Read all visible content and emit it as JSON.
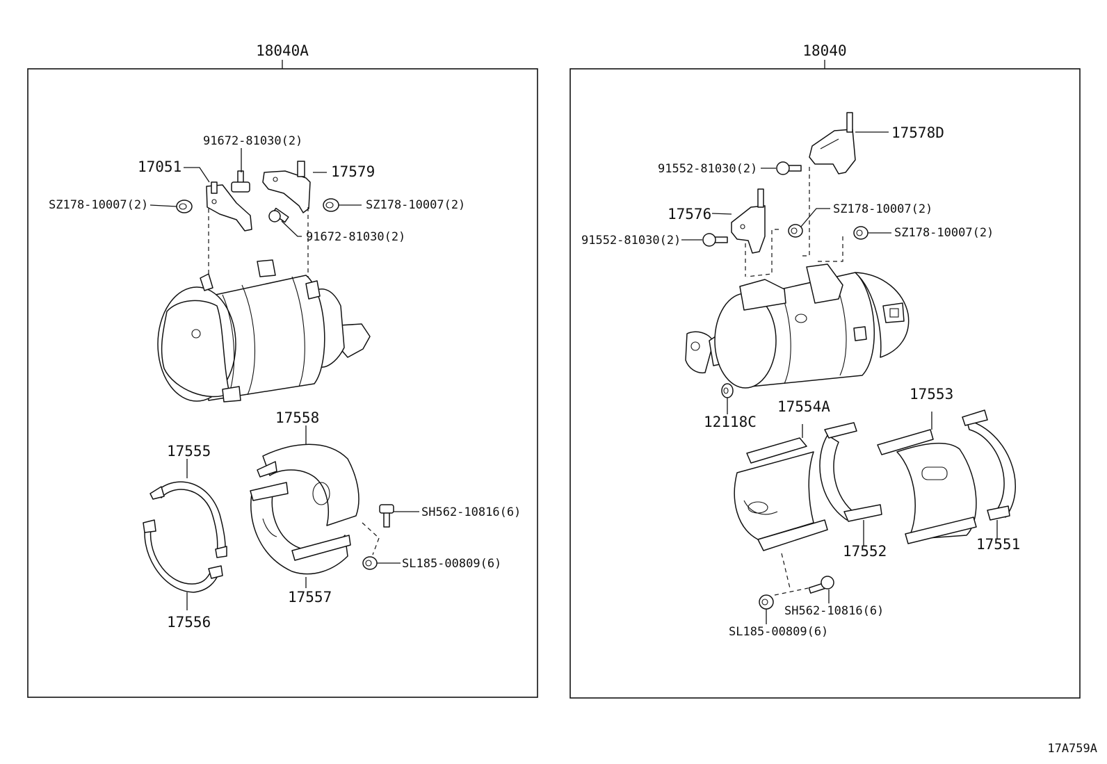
{
  "assemblies": {
    "left": {
      "title": "18040A"
    },
    "right": {
      "title": "18040"
    }
  },
  "labels": {
    "l_91672_top": "91672-81030(2)",
    "l_17051": "17051",
    "l_17579": "17579",
    "l_sz_left": "SZ178-10007(2)",
    "l_sz_right": "SZ178-10007(2)",
    "l_91672_bot": "91672-81030(2)",
    "l_17558": "17558",
    "l_17555": "17555",
    "l_sh562": "SH562-10816(6)",
    "l_sl185": "SL185-00809(6)",
    "l_17557": "17557",
    "l_17556": "17556",
    "r_17578d": "17578D",
    "r_91552_top": "91552-81030(2)",
    "r_sz_mid": "SZ178-10007(2)",
    "r_17576": "17576",
    "r_sz_right": "SZ178-10007(2)",
    "r_91552_bot": "91552-81030(2)",
    "r_12118c": "12118C",
    "r_17554a": "17554A",
    "r_17553": "17553",
    "r_17552": "17552",
    "r_17551": "17551",
    "r_sh562": "SH562-10816(6)",
    "r_sl185": "SL185-00809(6)"
  },
  "illustration_code": "17A759A"
}
